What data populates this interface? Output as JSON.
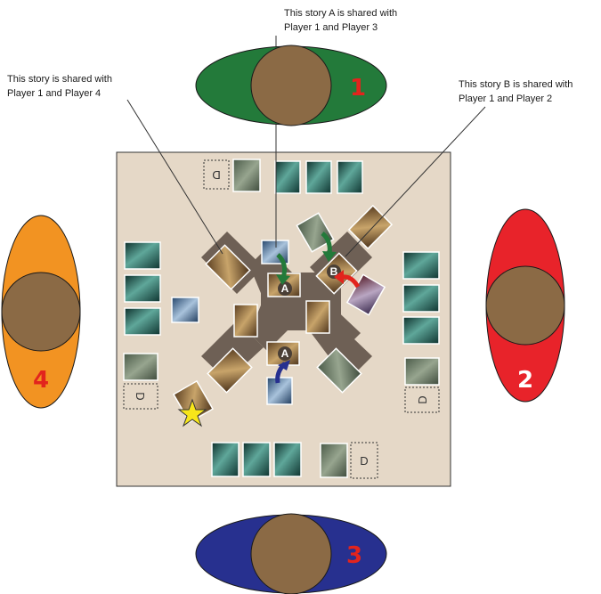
{
  "annotations": {
    "story_a": [
      "This story A is shared with",
      "Player 1 and Player 3"
    ],
    "story_plain": [
      "This story is shared with",
      "Player 1 and Player 4"
    ],
    "story_b": [
      "This story B is shared with",
      "Player 1 and Player 2"
    ]
  },
  "players": {
    "p1": {
      "label": "1",
      "color": "#237a3a",
      "num_color": "#e2241d"
    },
    "p2": {
      "label": "2",
      "color": "#e8232a",
      "num_color": "#ffffff"
    },
    "p3": {
      "label": "3",
      "color": "#27308f",
      "num_color": "#e2241d"
    },
    "p4": {
      "label": "4",
      "color": "#f29322",
      "num_color": "#e2241d"
    }
  },
  "markers": {
    "a_top": "A",
    "a_bottom": "A",
    "b": "B",
    "deck": "D"
  },
  "colors": {
    "board": "#e5d8c7",
    "center": "#6e6055",
    "token": "#8b6a45",
    "arrow_green": "#237a3a",
    "arrow_red": "#e2241d",
    "arrow_blue": "#27308f",
    "star": "#f7e61a"
  },
  "icons": [
    "star-icon",
    "arrow-icon"
  ]
}
